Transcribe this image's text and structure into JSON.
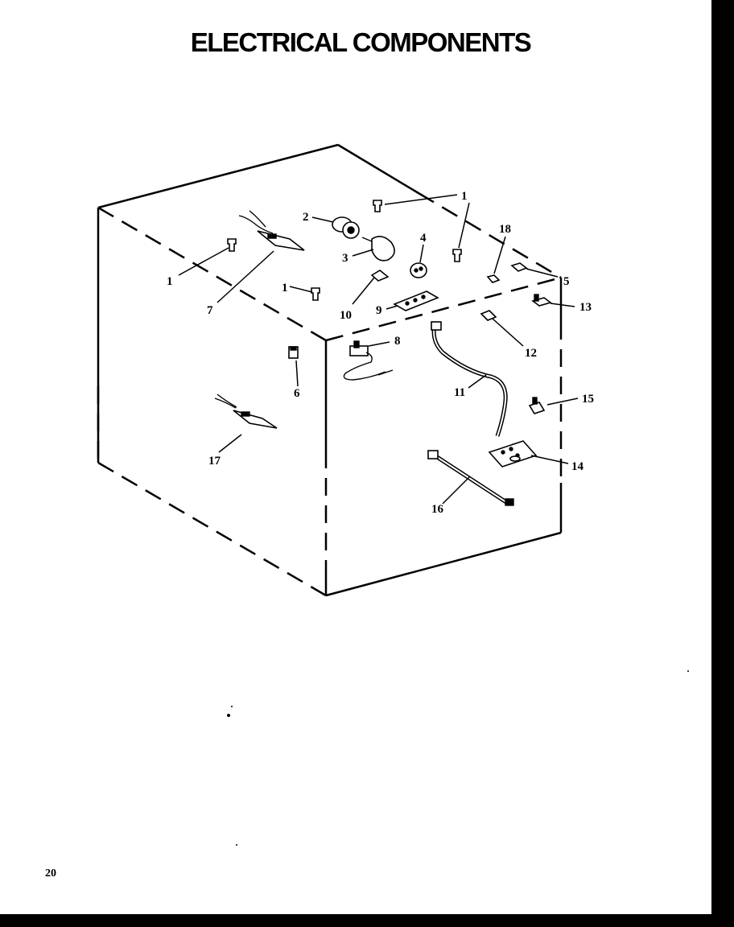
{
  "title": "ELECTRICAL COMPONENTS",
  "page_number": "20",
  "callouts": [
    {
      "id": "c1a",
      "text": "1"
    },
    {
      "id": "c1b",
      "text": "1"
    },
    {
      "id": "c1c",
      "text": "1"
    },
    {
      "id": "c2",
      "text": "2"
    },
    {
      "id": "c3",
      "text": "3"
    },
    {
      "id": "c4",
      "text": "4"
    },
    {
      "id": "c5",
      "text": "5"
    },
    {
      "id": "c6",
      "text": "6"
    },
    {
      "id": "c7",
      "text": "7"
    },
    {
      "id": "c8",
      "text": "8"
    },
    {
      "id": "c9",
      "text": "9"
    },
    {
      "id": "c10",
      "text": "10"
    },
    {
      "id": "c11",
      "text": "11"
    },
    {
      "id": "c12",
      "text": "12"
    },
    {
      "id": "c13",
      "text": "13"
    },
    {
      "id": "c14",
      "text": "14"
    },
    {
      "id": "c15",
      "text": "15"
    },
    {
      "id": "c16",
      "text": "16"
    },
    {
      "id": "c17",
      "text": "17"
    },
    {
      "id": "c18",
      "text": "18"
    }
  ]
}
